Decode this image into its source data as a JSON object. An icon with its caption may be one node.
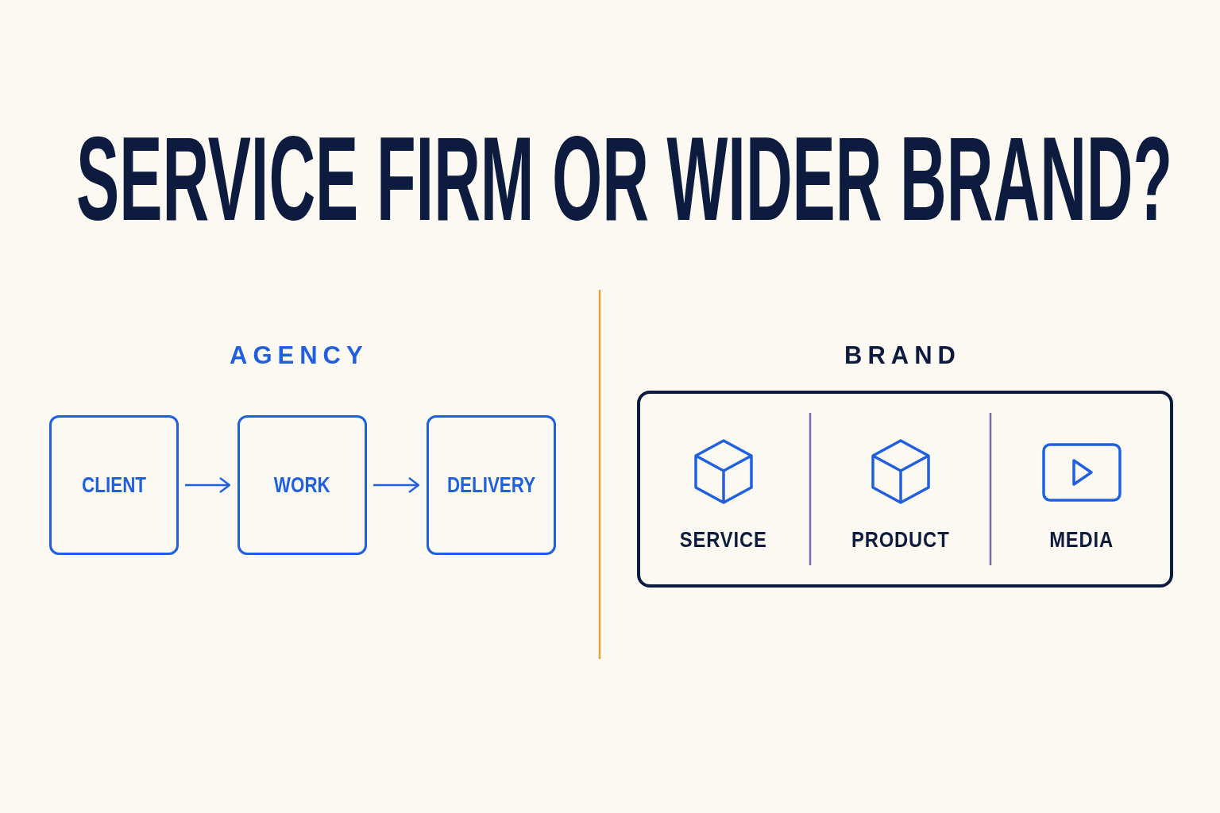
{
  "diagram": {
    "title": "SERVICE FIRM OR WIDER BRAND?",
    "nodes": [
      {
        "text": [
          "CLIENT"
        ]
      },
      {
        "text": [
          "WORK"
        ]
      },
      {
        "text": [
          "DELIVERY"
        ]
      },
      {
        "text": [
          "BRAND"
        ]
      },
      {
        "text": [
          "SERVICE"
        ],
        "in": 3
      },
      {
        "text": [
          "PRODUCT"
        ],
        "in": 3
      },
      {
        "text": [
          "MEDIA"
        ],
        "in": 3
      }
    ],
    "edges": [
      {
        "from": 0,
        "to": 1,
        "arrow": "to"
      },
      {
        "from": 1,
        "to": 2,
        "arrow": "to"
      }
    ],
    "labels": [
      "AGENCY"
    ]
  }
}
